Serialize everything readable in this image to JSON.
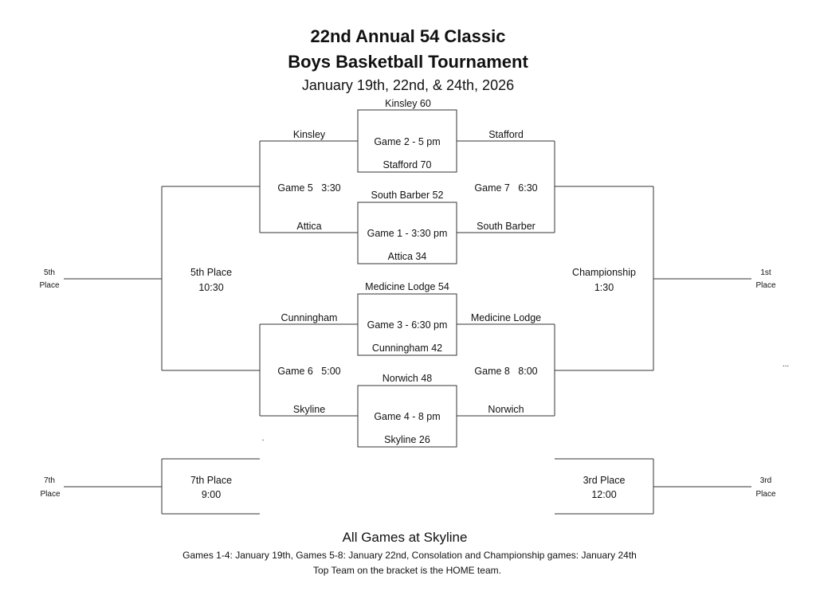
{
  "header": {
    "title_line1": "22nd Annual 54 Classic",
    "title_line2": "Boys Basketball Tournament",
    "dates": "January 19th, 22nd, & 24th, 2026"
  },
  "games": {
    "g1": {
      "label": "Game 1 - 3:30 pm",
      "top": "South Barber 52",
      "bottom": "Attica 34"
    },
    "g2": {
      "label": "Game 2 - 5 pm",
      "top": "Kinsley 60",
      "bottom": "Stafford 70"
    },
    "g3": {
      "label": "Game 3 - 6:30 pm",
      "top": "Medicine Lodge 54",
      "bottom": "Cunningham 42"
    },
    "g4": {
      "label": "Game 4 - 8 pm",
      "top": "Norwich 48",
      "bottom": "Skyline 26"
    },
    "g5": {
      "label": "Game 5   3:30",
      "top": "Kinsley",
      "bottom": "Attica"
    },
    "g6": {
      "label": "Game 6   5:00",
      "top": "Cunningham",
      "bottom": "Skyline"
    },
    "g7": {
      "label": "Game 7   6:30",
      "top": "Stafford",
      "bottom": "South Barber"
    },
    "g8": {
      "label": "Game 8   8:00",
      "top": "Medicine Lodge",
      "bottom": "Norwich"
    }
  },
  "finals": {
    "fifth": {
      "name": "5th Place",
      "time": "10:30"
    },
    "championship": {
      "name": "Championship",
      "time": "1:30"
    },
    "seventh": {
      "name": "7th Place",
      "time": "9:00"
    },
    "third": {
      "name": "3rd Place",
      "time": "12:00"
    }
  },
  "outcomes": {
    "fifth": {
      "line1": "5th",
      "line2": "Place"
    },
    "first": {
      "line1": "1st",
      "line2": "Place"
    },
    "seventh": {
      "line1": "7th",
      "line2": "Place"
    },
    "third": {
      "line1": "3rd",
      "line2": "Place"
    }
  },
  "marks": {
    "ellipsis": "...",
    "dot": "."
  },
  "footer": {
    "venue": "All Games at Skyline",
    "schedule": "Games 1-4: January 19th, Games 5-8: January 22nd, Consolation and Championship games: January 24th",
    "note": "Top Team on the bracket is the HOME team."
  }
}
